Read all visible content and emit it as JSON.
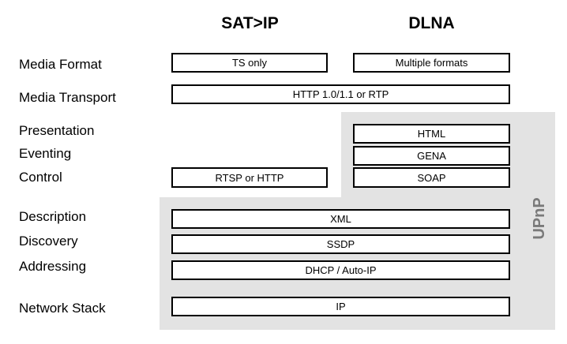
{
  "columns": {
    "satip": "SAT>IP",
    "dlna": "DLNA"
  },
  "rows": {
    "media_format": "Media Format",
    "media_transport": "Media Transport",
    "presentation": "Presentation",
    "eventing": "Eventing",
    "control": "Control",
    "description": "Description",
    "discovery": "Discovery",
    "addressing": "Addressing",
    "network_stack": "Network Stack"
  },
  "boxes": {
    "ts_only": "TS only",
    "multiple_formats": "Multiple formats",
    "http_rtp": "HTTP 1.0/1.1 or RTP",
    "html": "HTML",
    "gena": "GENA",
    "soap": "SOAP",
    "rtsp_http": "RTSP or HTTP",
    "xml": "XML",
    "ssdp": "SSDP",
    "dhcp": "DHCP / Auto-IP",
    "ip": "IP"
  },
  "upnp_label": "UPnP",
  "colors": {
    "upnp_region": "#e3e3e3",
    "upnp_text": "#7a7a7a",
    "box_border": "#000000"
  }
}
